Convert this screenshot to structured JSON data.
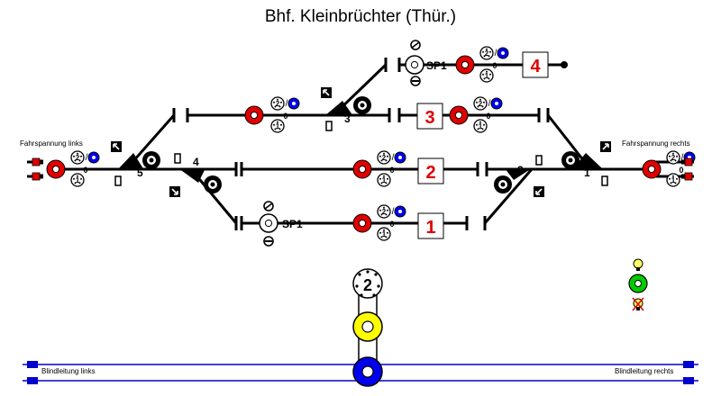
{
  "title": "Bhf. Kleinbrüchter (Thür.)",
  "labels": {
    "feed_left": "Fahrspannung links",
    "feed_right": "Fahrspannung rechts",
    "blind_left": "Blindleitung links",
    "blind_right": "Blindleitung rechts",
    "sp1": "SP1"
  },
  "tracks": [
    "1",
    "2",
    "3",
    "4"
  ],
  "switches": [
    "1",
    "2",
    "3",
    "4",
    "5"
  ],
  "signal": {
    "number": "2"
  },
  "knob": {
    "n2": "2",
    "slash": "/",
    "n0": "0",
    "n1": "1"
  },
  "colors": {
    "red": "#e00000",
    "blue": "#0000ee",
    "yellow": "#ffff00",
    "green": "#00cc00",
    "line_blue": "#0000cc"
  }
}
